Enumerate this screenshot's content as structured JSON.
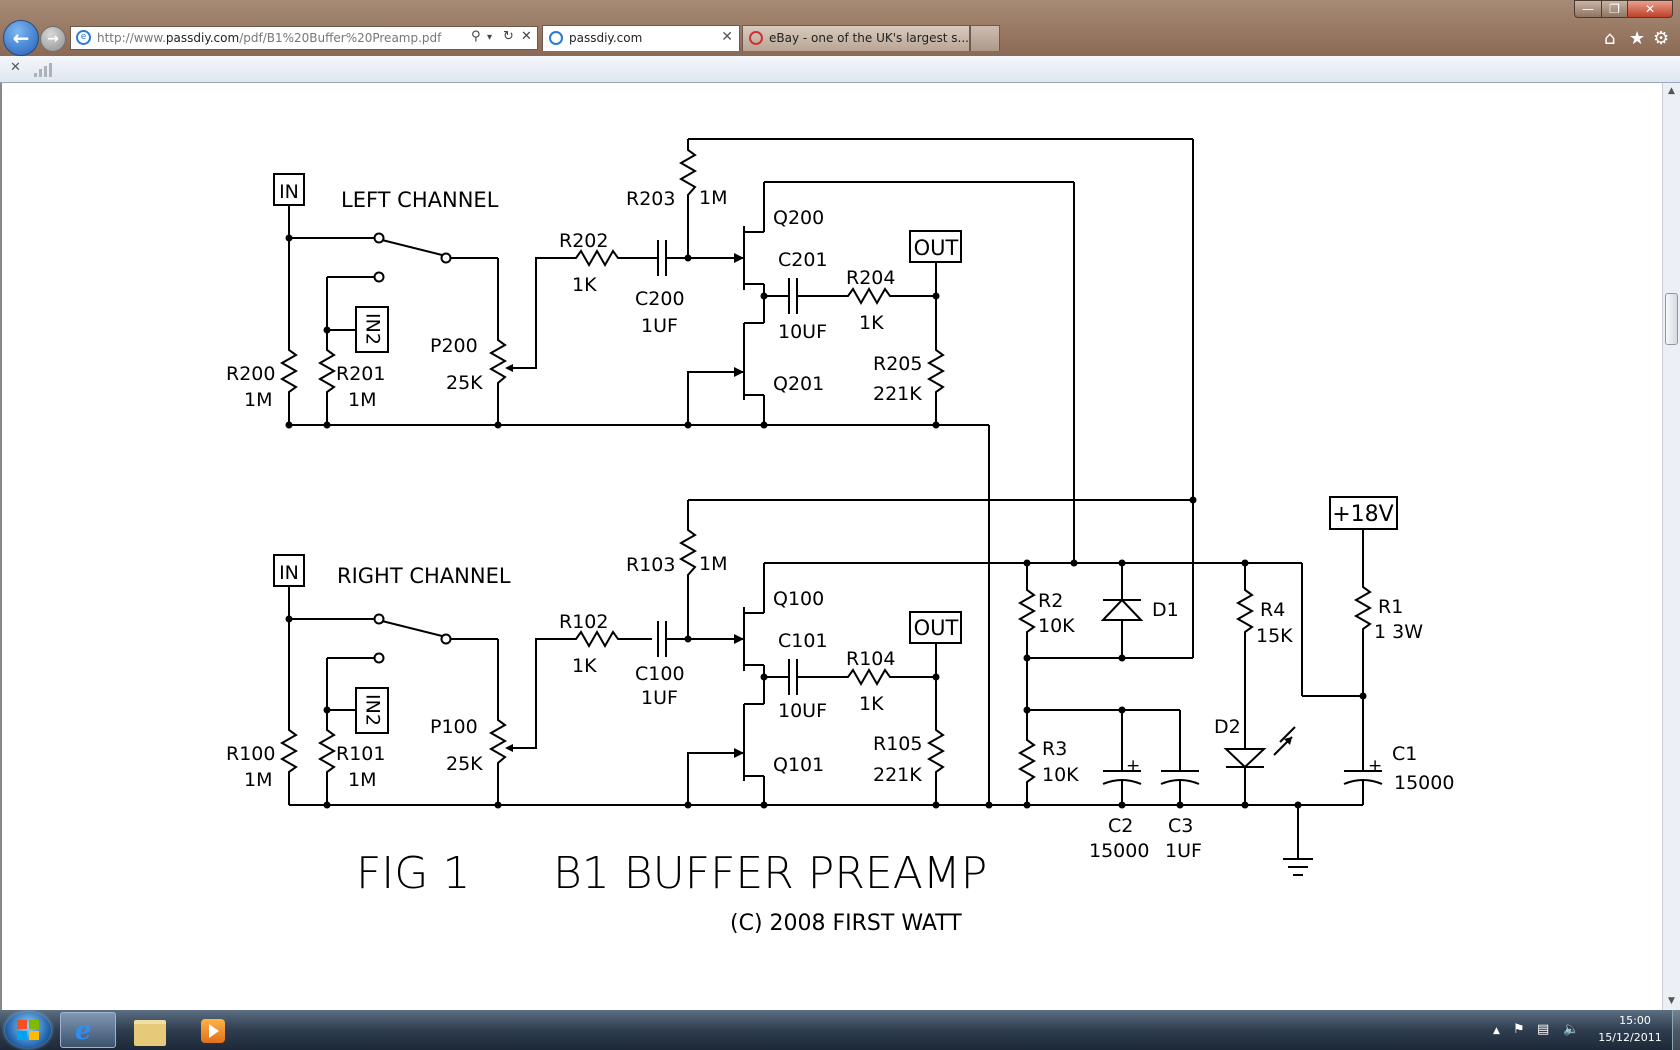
{
  "browser": {
    "address_url_prefix": "http://www.",
    "address_url_domain": "passdiy.com",
    "address_url_path": "/pdf/B1%20Buffer%20Preamp.pdf",
    "tabs": [
      {
        "label": "passdiy.com",
        "active": true
      },
      {
        "label": "eBay - one of the UK's largest s...",
        "active": false
      }
    ]
  },
  "schematic": {
    "left_channel": {
      "title": "LEFT CHANNEL",
      "in_label": "IN",
      "in2_label": "IN2",
      "out_label": "OUT",
      "r200": "R200",
      "r200_val": "1M",
      "r201": "R201",
      "r201_val": "1M",
      "p200": "P200",
      "p200_val": "25K",
      "r202": "R202",
      "r202_val": "1K",
      "c200": "C200",
      "c200_val": "1UF",
      "r203": "R203",
      "r203_val": "1M",
      "q200": "Q200",
      "q201": "Q201",
      "c201": "C201",
      "c201_val": "10UF",
      "r204": "R204",
      "r204_val": "1K",
      "r205": "R205",
      "r205_val": "221K"
    },
    "right_channel": {
      "title": "RIGHT CHANNEL",
      "in_label": "IN",
      "in2_label": "IN2",
      "out_label": "OUT",
      "r100": "R100",
      "r100_val": "1M",
      "r101": "R101",
      "r101_val": "1M",
      "p100": "P100",
      "p100_val": "25K",
      "r102": "R102",
      "r102_val": "1K",
      "c100": "C100",
      "c100_val": "1UF",
      "r103": "R103",
      "r103_val": "1M",
      "q100": "Q100",
      "q101": "Q101",
      "c101": "C101",
      "c101_val": "10UF",
      "r104": "R104",
      "r104_val": "1K",
      "r105": "R105",
      "r105_val": "221K"
    },
    "supply": {
      "v_label": "+18V",
      "r1": "R1",
      "r1_val": "1 3W",
      "c1": "C1",
      "c1_val": "15000",
      "r2": "R2",
      "r2_val": "10K",
      "r3": "R3",
      "r3_val": "10K",
      "r4": "R4",
      "r4_val": "15K",
      "d1": "D1",
      "d2": "D2",
      "c2": "C2",
      "c2_val": "15000",
      "c3": "C3",
      "c3_val": "1UF",
      "plus": "+"
    },
    "fig_label": "FIG 1",
    "title": "B1 BUFFER PREAMP",
    "copyright": "(C) 2008 FIRST WATT"
  },
  "taskbar": {
    "time": "15:00",
    "date": "15/12/2011"
  }
}
